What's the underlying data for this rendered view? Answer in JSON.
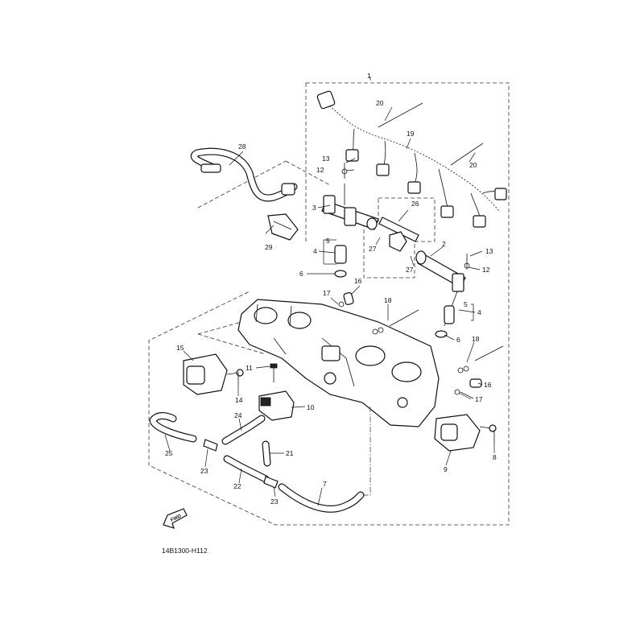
{
  "diagram": {
    "code": "14B1300-H112",
    "fwd_label": "FWD",
    "callouts": [
      {
        "id": "c1",
        "text": "1"
      },
      {
        "id": "c2",
        "text": "2"
      },
      {
        "id": "c3",
        "text": "3"
      },
      {
        "id": "c4a",
        "text": "4"
      },
      {
        "id": "c4b",
        "text": "4"
      },
      {
        "id": "c5a",
        "text": "5"
      },
      {
        "id": "c5b",
        "text": "5"
      },
      {
        "id": "c6a",
        "text": "6"
      },
      {
        "id": "c6b",
        "text": "6"
      },
      {
        "id": "c7",
        "text": "7"
      },
      {
        "id": "c8",
        "text": "8"
      },
      {
        "id": "c9",
        "text": "9"
      },
      {
        "id": "c10",
        "text": "10"
      },
      {
        "id": "c11",
        "text": "11"
      },
      {
        "id": "c12a",
        "text": "12"
      },
      {
        "id": "c12b",
        "text": "12"
      },
      {
        "id": "c13a",
        "text": "13"
      },
      {
        "id": "c13b",
        "text": "13"
      },
      {
        "id": "c14",
        "text": "14"
      },
      {
        "id": "c15",
        "text": "15"
      },
      {
        "id": "c16a",
        "text": "16"
      },
      {
        "id": "c16b",
        "text": "16"
      },
      {
        "id": "c17a",
        "text": "17"
      },
      {
        "id": "c17b",
        "text": "17"
      },
      {
        "id": "c18a",
        "text": "18"
      },
      {
        "id": "c18b",
        "text": "18"
      },
      {
        "id": "c19",
        "text": "19"
      },
      {
        "id": "c20a",
        "text": "20"
      },
      {
        "id": "c20b",
        "text": "20"
      },
      {
        "id": "c21",
        "text": "21"
      },
      {
        "id": "c22",
        "text": "22"
      },
      {
        "id": "c23a",
        "text": "23"
      },
      {
        "id": "c23b",
        "text": "23"
      },
      {
        "id": "c24",
        "text": "24"
      },
      {
        "id": "c25",
        "text": "25"
      },
      {
        "id": "c26",
        "text": "26"
      },
      {
        "id": "c27a",
        "text": "27"
      },
      {
        "id": "c27b",
        "text": "27"
      },
      {
        "id": "c28",
        "text": "28"
      },
      {
        "id": "c29",
        "text": "29"
      }
    ]
  }
}
